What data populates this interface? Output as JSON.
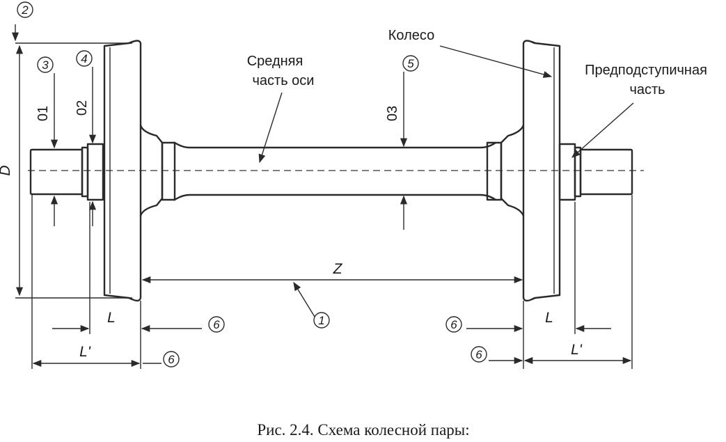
{
  "figure": {
    "caption": "Рис. 2.4. Схема колесной пары:",
    "labels": {
      "middle_axle_line1": "Средняя",
      "middle_axle_line2": "часть оси",
      "wheel": "Колесо",
      "prehub_line1": "Предподступичная",
      "prehub_line2": "часть"
    },
    "dimensions": {
      "D": "D",
      "Z": "Z",
      "L_left": "L",
      "L_right": "L",
      "Lp_left": "L'",
      "Lp_right": "L'",
      "d1": "01",
      "d2": "02",
      "d3": "03"
    },
    "markers": {
      "m1": "1",
      "m2": "2",
      "m3": "3",
      "m4": "4",
      "m5": "5",
      "m6a": "6",
      "m6b": "6",
      "m6c": "6",
      "m6d": "6"
    }
  }
}
